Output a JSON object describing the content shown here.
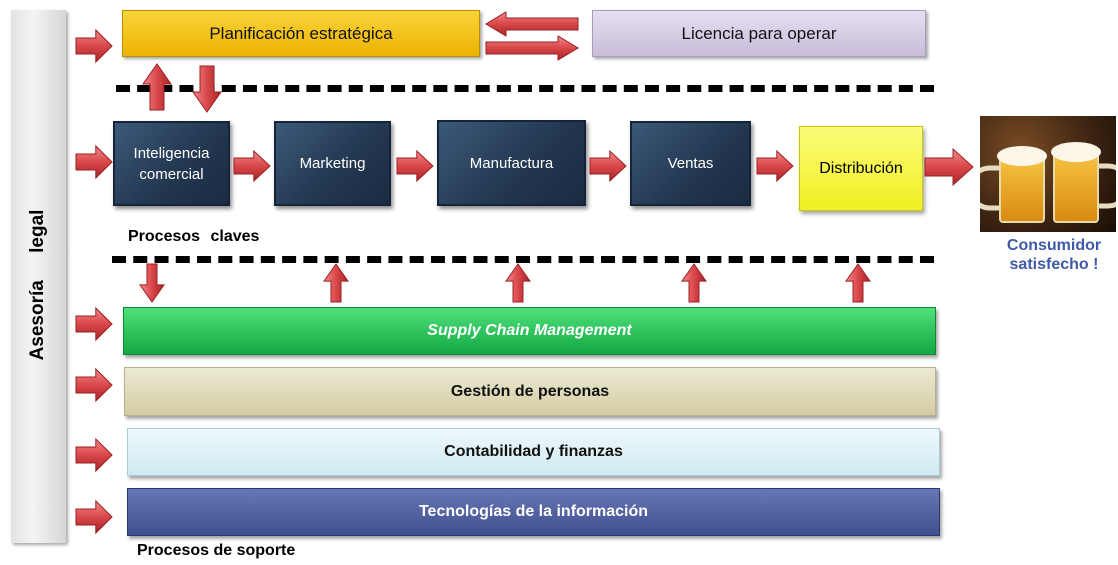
{
  "legal": {
    "label": "Asesoría legal"
  },
  "strategic": {
    "planning": "Planificación estratégica",
    "license": "Licencia para operar"
  },
  "key_processes": {
    "label": "Procesos claves",
    "steps": [
      "Inteligencia comercial",
      "Marketing",
      "Manufactura",
      "Ventas",
      "Distribución"
    ]
  },
  "support_processes": {
    "label": "Procesos de soporte",
    "bars": [
      "Supply Chain Management",
      "Gestión de personas",
      "Contabilidad y finanzas",
      "Tecnologías de la información"
    ]
  },
  "outcome": {
    "line1": "Consumidor",
    "line2": "satisfecho !"
  },
  "colors": {
    "arrow_fill": "#d9474a",
    "process_dark": "#22364f",
    "planning_yellow": "#f2c413",
    "scm_green": "#1fb34d"
  }
}
